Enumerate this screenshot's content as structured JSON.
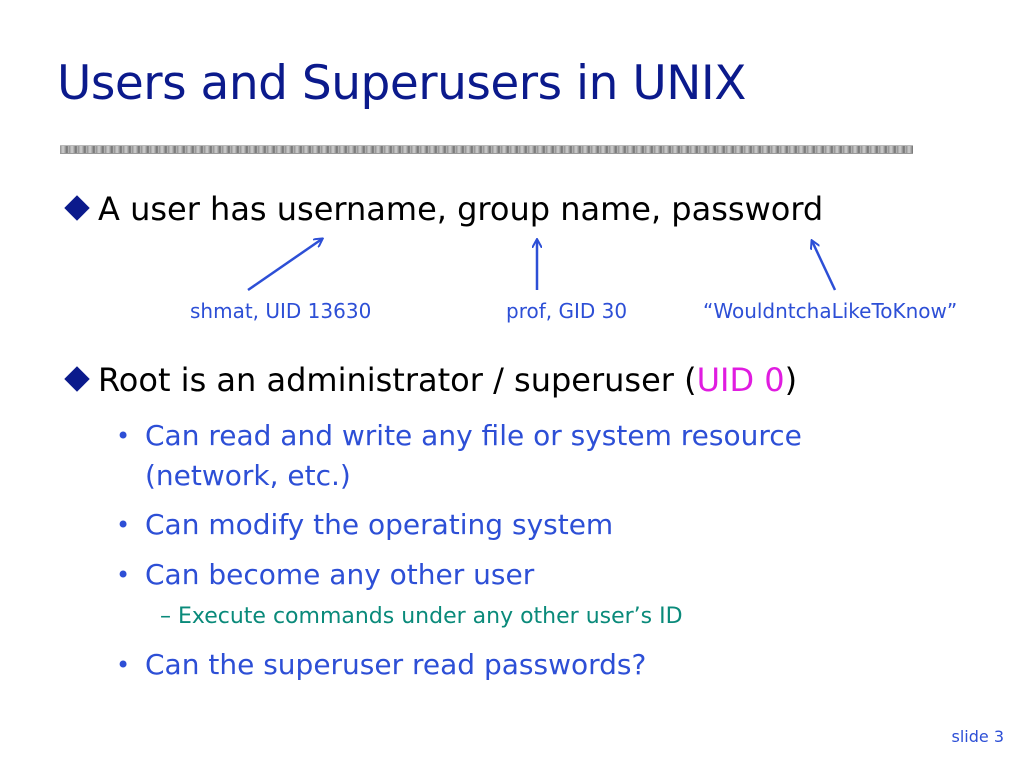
{
  "slide": {
    "title": "Users and Superusers in UNIX",
    "bullets": [
      {
        "text": "A user has username, group name, password"
      },
      {
        "text_before": "Root is an administrator / superuser (",
        "highlight": "UID 0",
        "text_after": ")"
      }
    ],
    "annotations": [
      {
        "text": "shmat, UID 13630"
      },
      {
        "text": "prof, GID 30"
      },
      {
        "text": "“WouldntchaLikeToKnow”"
      }
    ],
    "sub_bullets": [
      {
        "line1": "Can read and write any file or system resource",
        "line2": "(network, etc.)"
      },
      {
        "line1": "Can modify the operating system"
      },
      {
        "line1": "Can become any other user"
      },
      {
        "line1": "Can the superuser read passwords?"
      }
    ],
    "sub_sub_bullet": "– Execute commands under any other user’s ID",
    "bullet_glyph": "•",
    "footer": "slide 3",
    "colors": {
      "title": "#0b1a8c",
      "annotation": "#2d4fd6",
      "highlight": "#e01ce0",
      "subsub": "#0a8a7a"
    }
  }
}
